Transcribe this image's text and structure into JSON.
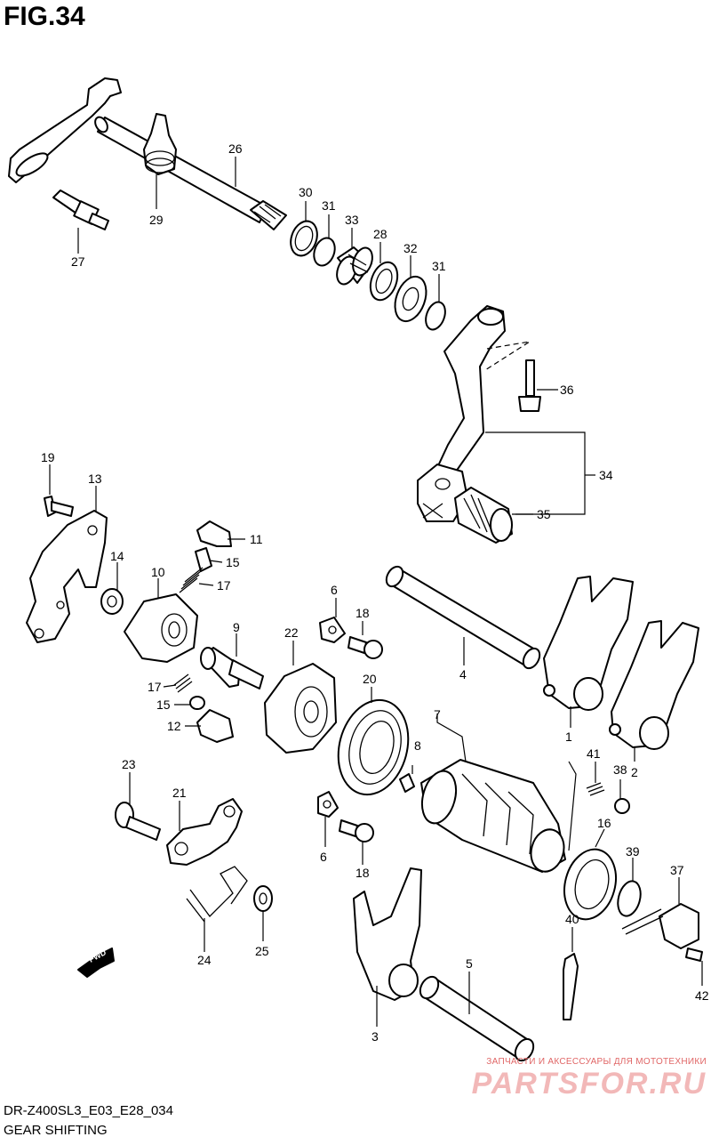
{
  "figure": {
    "title": "FIG.34",
    "code": "DR-Z400SL3_E03_E28_034",
    "name": "GEAR SHIFTING"
  },
  "watermark": {
    "tagline": "ЗАПЧАСТИ И АКСЕССУАРЫ ДЛЯ МОТОТЕХНИКИ",
    "brand": "PARTSFOR.RU"
  },
  "fwd_marker": "FWD",
  "callouts": [
    {
      "id": "c1",
      "label": "1"
    },
    {
      "id": "c2",
      "label": "2"
    },
    {
      "id": "c3",
      "label": "3"
    },
    {
      "id": "c4",
      "label": "4"
    },
    {
      "id": "c5",
      "label": "5"
    },
    {
      "id": "c6a",
      "label": "6"
    },
    {
      "id": "c6b",
      "label": "6"
    },
    {
      "id": "c7",
      "label": "7"
    },
    {
      "id": "c8",
      "label": "8"
    },
    {
      "id": "c9",
      "label": "9"
    },
    {
      "id": "c10",
      "label": "10"
    },
    {
      "id": "c11",
      "label": "11"
    },
    {
      "id": "c12",
      "label": "12"
    },
    {
      "id": "c13",
      "label": "13"
    },
    {
      "id": "c14",
      "label": "14"
    },
    {
      "id": "c15a",
      "label": "15"
    },
    {
      "id": "c15b",
      "label": "15"
    },
    {
      "id": "c16",
      "label": "16"
    },
    {
      "id": "c17a",
      "label": "17"
    },
    {
      "id": "c17b",
      "label": "17"
    },
    {
      "id": "c18a",
      "label": "18"
    },
    {
      "id": "c18b",
      "label": "18"
    },
    {
      "id": "c19",
      "label": "19"
    },
    {
      "id": "c20",
      "label": "20"
    },
    {
      "id": "c21",
      "label": "21"
    },
    {
      "id": "c22",
      "label": "22"
    },
    {
      "id": "c23",
      "label": "23"
    },
    {
      "id": "c24",
      "label": "24"
    },
    {
      "id": "c25",
      "label": "25"
    },
    {
      "id": "c26",
      "label": "26"
    },
    {
      "id": "c27",
      "label": "27"
    },
    {
      "id": "c28",
      "label": "28"
    },
    {
      "id": "c29",
      "label": "29"
    },
    {
      "id": "c30",
      "label": "30"
    },
    {
      "id": "c31a",
      "label": "31"
    },
    {
      "id": "c31b",
      "label": "31"
    },
    {
      "id": "c32",
      "label": "32"
    },
    {
      "id": "c33",
      "label": "33"
    },
    {
      "id": "c34",
      "label": "34"
    },
    {
      "id": "c35",
      "label": "35"
    },
    {
      "id": "c36",
      "label": "36"
    },
    {
      "id": "c37",
      "label": "37"
    },
    {
      "id": "c38",
      "label": "38"
    },
    {
      "id": "c39",
      "label": "39"
    },
    {
      "id": "c40",
      "label": "40"
    },
    {
      "id": "c41",
      "label": "41"
    },
    {
      "id": "c42",
      "label": "42"
    }
  ]
}
